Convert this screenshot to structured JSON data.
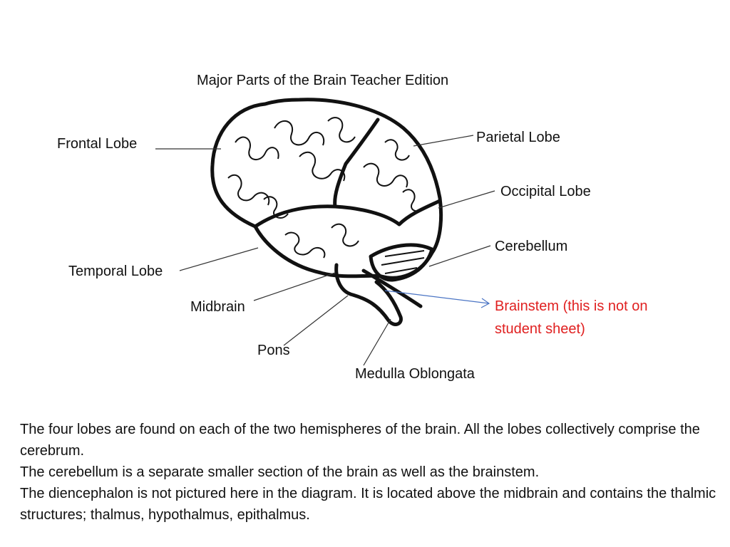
{
  "title": "Major Parts of the Brain Teacher Edition",
  "labels": {
    "frontal": "Frontal Lobe",
    "parietal": "Parietal Lobe",
    "occipital": "Occipital Lobe",
    "cerebellum": "Cerebellum",
    "temporal": "Temporal Lobe",
    "midbrain": "Midbrain",
    "brainstem": "Brainstem (this is not on student sheet)",
    "pons": "Pons",
    "medulla": "Medulla Oblongata"
  },
  "colors": {
    "highlight": "#e02020",
    "arrow": "#4a74c4"
  },
  "notes": [
    "The four lobes are found on each of the two hemispheres of the brain.  All the lobes collectively comprise the cerebrum.",
    "The cerebellum is a separate smaller section of the brain as well as the brainstem.",
    "The diencephalon is not pictured here in the diagram.  It is located above the midbrain and contains the thalmic structures; thalmus, hypothalmus, epithalmus."
  ]
}
